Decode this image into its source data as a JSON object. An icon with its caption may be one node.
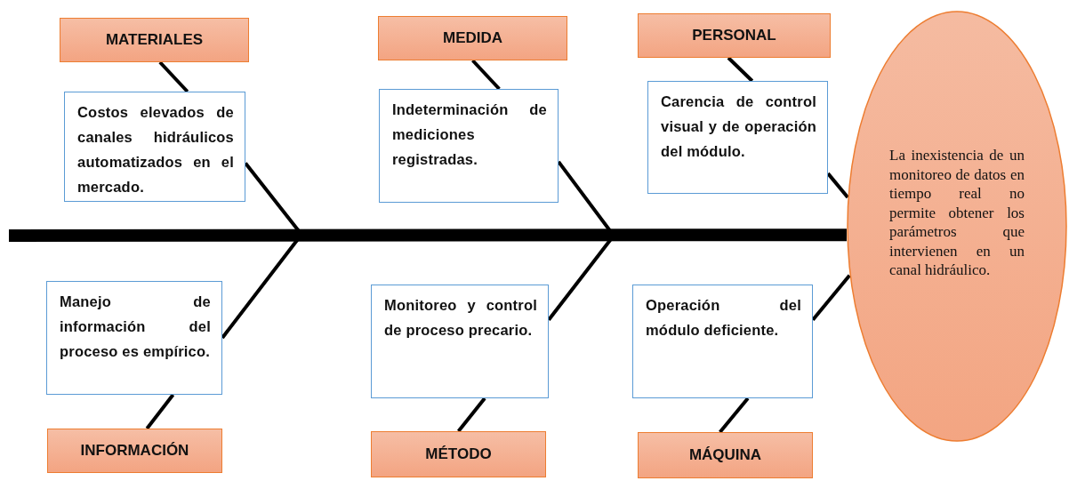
{
  "diagram": {
    "nodes": [
      {
        "text": [
          "MATERIALES"
        ]
      },
      {
        "text": [
          "MEDIDA"
        ]
      },
      {
        "text": [
          "PERSONAL"
        ]
      },
      {
        "text": [
          "Costos elevados de canales hidráulicos automatizados en el mercado."
        ]
      },
      {
        "text": [
          "Indeterminación de mediciones registradas."
        ]
      },
      {
        "text": [
          "Carencia de control visual y de operación del módulo."
        ]
      },
      {
        "text": [
          "La inexistencia de un monitoreo de datos en tiempo real no permite obtener los parámetros que intervienen en un canal hidráulico."
        ]
      },
      {
        "text": [
          "Manejo de información del proceso es empírico."
        ]
      },
      {
        "text": [
          "Monitoreo y control de proceso precario."
        ]
      },
      {
        "text": [
          "Operación del módulo deficiente."
        ]
      },
      {
        "text": [
          "INFORMACIÓN"
        ]
      },
      {
        "text": [
          "MÉTODO"
        ]
      },
      {
        "text": [
          "MÁQUINA"
        ]
      }
    ],
    "edges": [
      {
        "from": 0,
        "to": 3,
        "arrow": "none"
      },
      {
        "from": 1,
        "to": 4,
        "arrow": "none"
      },
      {
        "from": 2,
        "to": 5,
        "arrow": "none"
      },
      {
        "from": 3,
        "to": 6,
        "arrow": "none"
      },
      {
        "from": 4,
        "to": 6,
        "arrow": "none"
      },
      {
        "from": 5,
        "to": 6,
        "arrow": "none"
      },
      {
        "from": 10,
        "to": 7,
        "arrow": "none"
      },
      {
        "from": 11,
        "to": 8,
        "arrow": "none"
      },
      {
        "from": 12,
        "to": 9,
        "arrow": "none"
      },
      {
        "from": 7,
        "to": 6,
        "arrow": "none"
      },
      {
        "from": 8,
        "to": 6,
        "arrow": "none"
      },
      {
        "from": 9,
        "to": 6,
        "arrow": "none"
      },
      {
        "from": null,
        "to": 6,
        "arrow": "none",
        "style": "thick"
      }
    ]
  }
}
